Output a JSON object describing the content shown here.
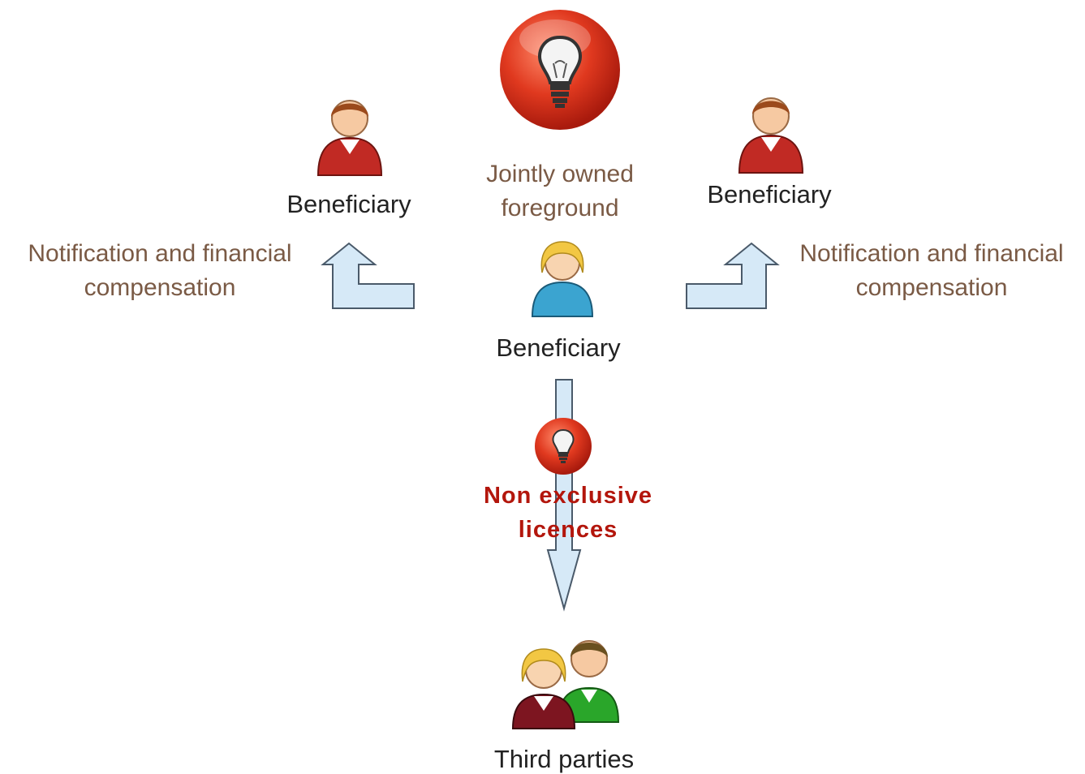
{
  "center": {
    "icon": "lightbulb-icon",
    "caption_line1": "Jointly owned",
    "caption_line2": "foreground"
  },
  "beneficiary_left": {
    "icon": "person-red-icon",
    "label": "Beneficiary"
  },
  "beneficiary_right": {
    "icon": "person-red-icon",
    "label": "Beneficiary"
  },
  "beneficiary_center": {
    "icon": "person-blue-icon",
    "label": "Beneficiary"
  },
  "notification_left": {
    "line1": "Notification and financial",
    "line2": "compensation"
  },
  "notification_right": {
    "line1": "Notification and financial",
    "line2": "compensation"
  },
  "licence": {
    "icon": "lightbulb-icon",
    "line1": "Non exclusive",
    "line2": "licences"
  },
  "third_parties": {
    "icon": "group-icon",
    "label": "Third parties"
  },
  "colors": {
    "red_orb": "#d8321e",
    "arrow_fill": "#d6e9f7",
    "arrow_stroke": "#4a5a6a",
    "brown_text": "#7a5a45",
    "licence_text": "#b3160c"
  }
}
